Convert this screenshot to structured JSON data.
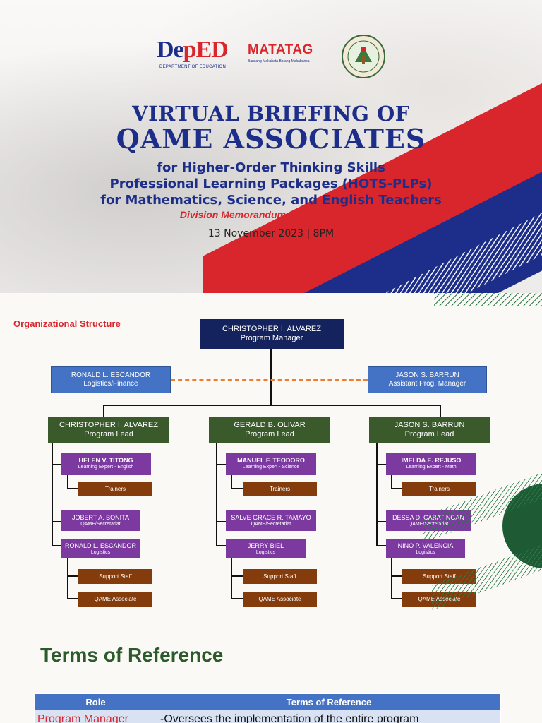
{
  "banner": {
    "logos": {
      "deped_word_a": "De",
      "deped_word_b": "pED",
      "deped_sub": "DEPARTMENT OF EDUCATION",
      "matatag_word": "MATATAG",
      "matatag_tag": "Bansang Makabata  Batang Makabansa"
    },
    "title_line1": "VIRTUAL BRIEFING OF",
    "title_line2": "QAME ASSOCIATES",
    "subtitle_line1": "for Higher-Order Thinking Skills",
    "subtitle_line2": "Professional Learning Packages (HOTS-PLPs)",
    "subtitle_line3": "for Mathematics, Science, and English Teachers",
    "memo": "Division Memorandum No. 382, s. 2023",
    "date": "13 November 2023 | 8PM"
  },
  "org": {
    "title": "Organizational Structure",
    "manager": {
      "name": "CHRISTOPHER I. ALVAREZ",
      "role": "Program Manager"
    },
    "left_aide": {
      "name": "RONALD L. ESCANDOR",
      "role": "Logistics/Finance"
    },
    "right_aide": {
      "name": "JASON S. BARRUN",
      "role": "Assistant Prog. Manager"
    },
    "branches": [
      {
        "lead": {
          "name": "CHRISTOPHER I. ALVAREZ",
          "role": "Program Lead"
        },
        "expert": {
          "name": "HELEN V. TITONG",
          "role": "Learning Expert - English"
        },
        "trainers": "Trainers",
        "secretariat": {
          "name": "JOBERT A. BONITA",
          "role": "QAME/Secretariat"
        },
        "logistics": {
          "name": "RONALD L. ESCANDOR",
          "role": "Logistics"
        },
        "support": "Support Staff",
        "associate": "QAME Associate"
      },
      {
        "lead": {
          "name": "GERALD B. OLIVAR",
          "role": "Program Lead"
        },
        "expert": {
          "name": "MANUEL F. TEODORO",
          "role": "Learning Expert - Science"
        },
        "trainers": "Trainers",
        "secretariat": {
          "name": "SALVE GRACE R. TAMAYO",
          "role": "QAME/Secretariat"
        },
        "logistics": {
          "name": "JERRY BIEL",
          "role": "Logistics"
        },
        "support": "Support Staff",
        "associate": "QAME Associate"
      },
      {
        "lead": {
          "name": "JASON S. BARRUN",
          "role": "Program Lead"
        },
        "expert": {
          "name": "IMELDA E. REJUSO",
          "role": "Learning Expert - Math"
        },
        "trainers": "Trainers",
        "secretariat": {
          "name": "DESSA D. CABATINGAN",
          "role": "QAME/Secretariat"
        },
        "logistics": {
          "name": "NINO P. VALENCIA",
          "role": "Logistics"
        },
        "support": "Support Staff",
        "associate": "QAME Associate"
      }
    ]
  },
  "terms": {
    "title": "Terms of Reference",
    "headers": [
      "Role",
      "Terms of Reference"
    ],
    "rows": [
      {
        "role": "Program Manager",
        "desc": "-Oversees the implementation of the entire program"
      }
    ]
  },
  "colors": {
    "navy": "#1c2e8a",
    "red": "#d8262c",
    "org_blue": "#4472c4",
    "org_green": "#3a5a2b",
    "org_purple": "#7c3aa0",
    "org_brown": "#843c0c",
    "dash_orange": "#ed7d31"
  }
}
